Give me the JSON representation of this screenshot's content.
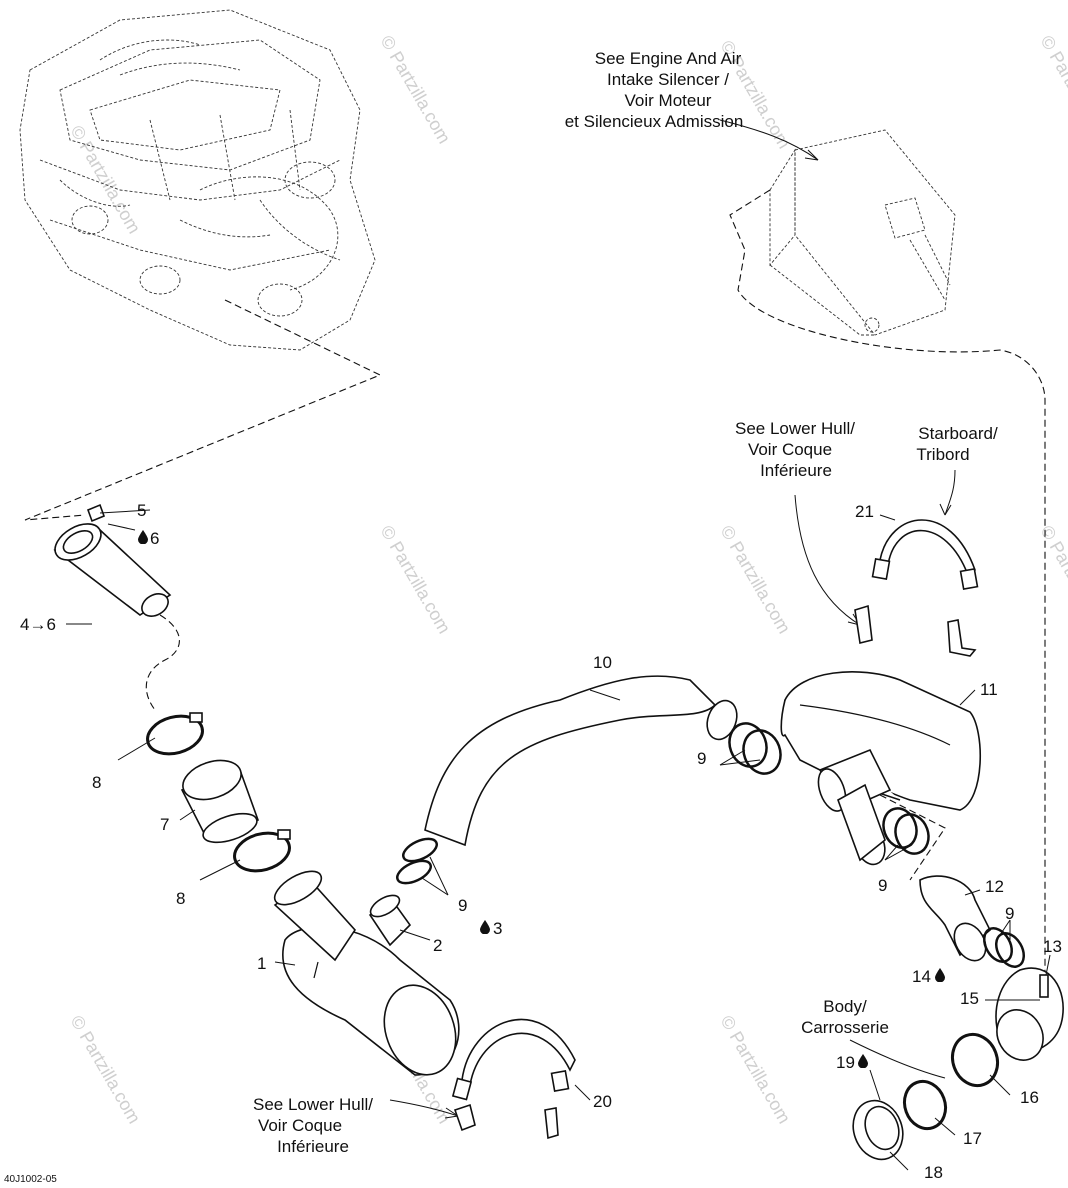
{
  "watermark": "© Partzilla.com",
  "drawing_code": "40J1002-05",
  "notes": {
    "engine_intake": [
      "See Engine And Air",
      "Intake Silencer /",
      "Voir Moteur",
      "et Silencieux Admission"
    ],
    "lower_hull_top": [
      "See Lower Hull/",
      "Voir Coque",
      "Inférieure"
    ],
    "lower_hull_bottom": [
      "See Lower Hull/",
      "Voir Coque",
      "Inférieure"
    ],
    "starboard": [
      "Starboard/",
      "Tribord"
    ],
    "body": [
      "Body/",
      "Carrosserie"
    ]
  },
  "callouts": {
    "c1": "1",
    "c2": "2",
    "c3": "3",
    "c46": "4→6",
    "c5": "5",
    "c6": "6",
    "c7": "7",
    "c8a": "8",
    "c8b": "8",
    "c9a": "9",
    "c9b": "9",
    "c9c": "9",
    "c9d": "9",
    "c10": "10",
    "c11": "11",
    "c12": "12",
    "c13": "13",
    "c14": "14",
    "c15": "15",
    "c16": "16",
    "c17": "17",
    "c18": "18",
    "c19": "19",
    "c20": "20",
    "c21": "21"
  }
}
